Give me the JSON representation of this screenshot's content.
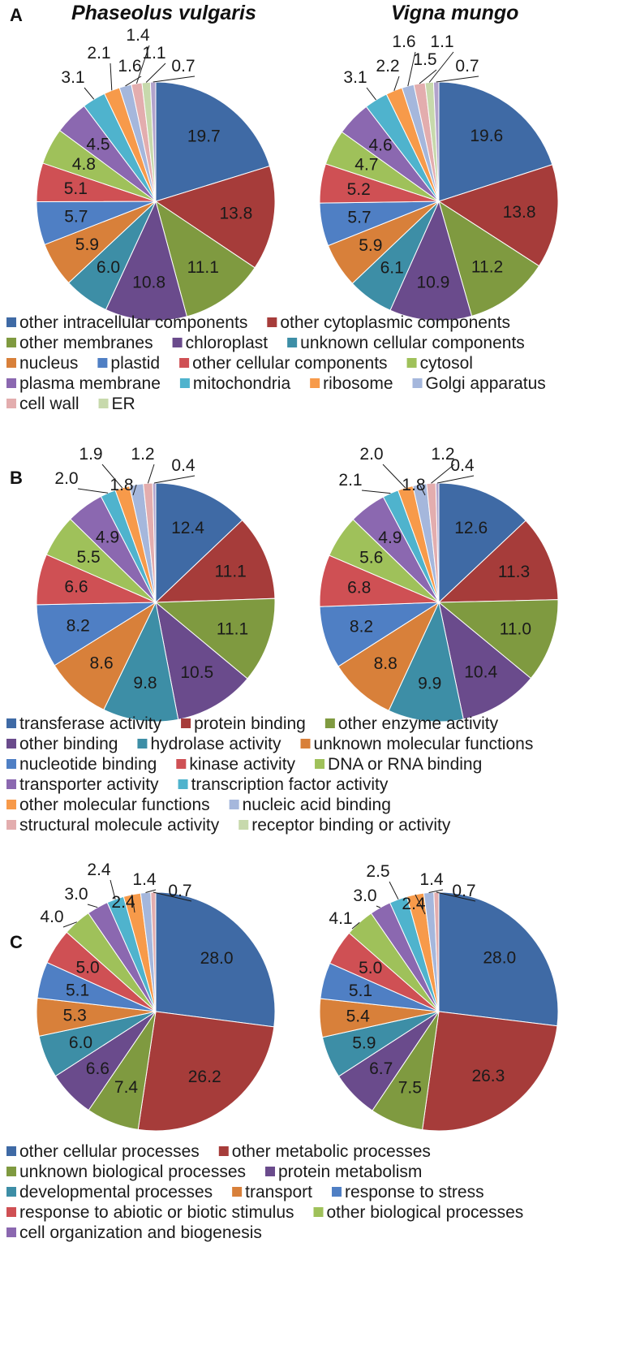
{
  "panels": [
    {
      "letter": "A",
      "species": [
        "Phaseolus vulgaris",
        "Vigna mungo"
      ]
    },
    {
      "letter": "B",
      "species": [
        "",
        ""
      ]
    },
    {
      "letter": "C",
      "species": [
        "",
        ""
      ]
    }
  ],
  "chart_data": [
    {
      "type": "pie",
      "panel": "A",
      "title": "Phaseolus vulgaris",
      "labels": [
        "other intracellular components",
        "other cytoplasmic components",
        "other membranes",
        "chloroplast",
        "unknown cellular components",
        "nucleus",
        "plastid",
        "other cellular components",
        "cytosol",
        "plasma membrane",
        "mitochondria",
        "ribosome",
        "Golgi apparatus",
        "cell wall",
        "ER"
      ],
      "values": [
        19.7,
        13.8,
        11.1,
        10.8,
        6.0,
        5.9,
        5.7,
        5.1,
        4.8,
        4.5,
        3.1,
        2.1,
        1.6,
        1.4,
        1.1,
        0.7
      ],
      "data_labels": [
        "19.7",
        "13.8",
        "11.1",
        "10.8",
        "6.0",
        "5.9",
        "5.7",
        "5.1",
        "4.8",
        "4.5",
        "3.1",
        "2.1",
        "1.6",
        "1.4",
        "1.1",
        "0.7"
      ]
    },
    {
      "type": "pie",
      "panel": "A",
      "title": "Vigna mungo",
      "values": [
        19.6,
        13.8,
        11.2,
        10.9,
        6.1,
        5.9,
        5.7,
        5.2,
        4.7,
        4.6,
        3.1,
        2.2,
        1.6,
        1.5,
        1.1,
        0.7
      ],
      "data_labels": [
        "19.6",
        "13.8",
        "11.2",
        "10.9",
        "6.1",
        "5.9",
        "5.7",
        "5.2",
        "4.7",
        "4.6",
        "3.1",
        "2.2",
        "1.6",
        "1.5",
        "1.1",
        "0.7"
      ]
    },
    {
      "type": "pie",
      "panel": "B",
      "title": "",
      "values": [
        12.4,
        11.1,
        11.1,
        10.5,
        9.8,
        8.6,
        8.2,
        6.6,
        5.5,
        4.9,
        2.0,
        1.9,
        1.8,
        1.2,
        0.4
      ],
      "data_labels": [
        "12.4",
        "11.1",
        "11.1",
        "10.5",
        "9.8",
        "8.6",
        "8.2",
        "6.6",
        "5.5",
        "4.9",
        "2.0",
        "1.9",
        "1.8",
        "1.2",
        "0.4"
      ]
    },
    {
      "type": "pie",
      "panel": "B",
      "title": "",
      "values": [
        12.6,
        11.3,
        11.0,
        10.4,
        9.9,
        8.8,
        8.2,
        6.8,
        5.6,
        4.9,
        2.1,
        2.0,
        1.8,
        1.2,
        0.4
      ],
      "data_labels": [
        "12.6",
        "11.3",
        "11.0",
        "10.4",
        "9.9",
        "8.8",
        "8.2",
        "6.8",
        "5.6",
        "4.9",
        "2.1",
        "2.0",
        "1.8",
        "1.2",
        "0.4"
      ]
    },
    {
      "type": "pie",
      "panel": "C",
      "title": "",
      "values": [
        28.0,
        26.2,
        7.4,
        6.6,
        6.0,
        5.3,
        5.1,
        5.0,
        4.0,
        3.0,
        2.4,
        2.4,
        1.4,
        0.7
      ],
      "data_labels": [
        "28.0",
        "26.2",
        "7.4",
        "6.6",
        "6.0",
        "5.3",
        "5.1",
        "5.0",
        "4.0",
        "3.0",
        "2.4",
        "2.4",
        "1.4",
        "0.7"
      ]
    },
    {
      "type": "pie",
      "panel": "C",
      "title": "",
      "values": [
        28.0,
        26.3,
        7.5,
        6.7,
        5.9,
        5.4,
        5.1,
        5.0,
        4.1,
        3.0,
        2.5,
        2.4,
        1.4,
        0.7
      ],
      "data_labels": [
        "28.0",
        "26.3",
        "7.5",
        "6.7",
        "5.9",
        "5.4",
        "5.1",
        "5.0",
        "4.1",
        "3.0",
        "2.5",
        "2.4",
        "1.4",
        "0.7"
      ]
    }
  ],
  "legends": [
    {
      "panel": "A",
      "rows": [
        [
          "other intracellular components",
          "other cytoplasmic components"
        ],
        [
          "other membranes",
          "chloroplast",
          "unknown cellular components"
        ],
        [
          "nucleus",
          "plastid",
          "other cellular components",
          "cytosol"
        ],
        [
          "plasma membrane",
          "mitochondria",
          "ribosome",
          "Golgi apparatus"
        ],
        [
          "cell wall",
          "ER"
        ]
      ]
    },
    {
      "panel": "B",
      "rows": [
        [
          "transferase activity",
          "protein binding",
          "other enzyme activity"
        ],
        [
          "other binding",
          "hydrolase activity",
          "unknown molecular functions"
        ],
        [
          "nucleotide binding",
          "kinase activity",
          "DNA or RNA binding"
        ],
        [
          "transporter activity",
          "transcription factor activity"
        ],
        [
          "other molecular functions",
          "nucleic acid binding"
        ],
        [
          "structural molecule activity",
          "receptor binding or activity"
        ]
      ]
    },
    {
      "panel": "C",
      "rows": [
        [
          "other cellular processes",
          "other metabolic processes"
        ],
        [
          "unknown biological processes",
          "protein metabolism"
        ],
        [
          "developmental processes",
          "transport",
          "response to stress"
        ],
        [
          "response to abiotic or biotic stimulus",
          "other biological processes"
        ],
        [
          "cell organization and biogenesis"
        ]
      ]
    }
  ],
  "colors": {
    "palette": [
      "#3f6aa5",
      "#a63c3a",
      "#7f9a40",
      "#6a4b8c",
      "#3d8ea6",
      "#d8803a",
      "#4f7fc4",
      "#cf5054",
      "#9fc15a",
      "#8b68b0",
      "#4fb3cd",
      "#f79a4a",
      "#a5b7dc",
      "#e3adae",
      "#c7d9ac",
      "#b2a3cc"
    ],
    "background": "#ffffff",
    "text": "#1a1a1a"
  }
}
